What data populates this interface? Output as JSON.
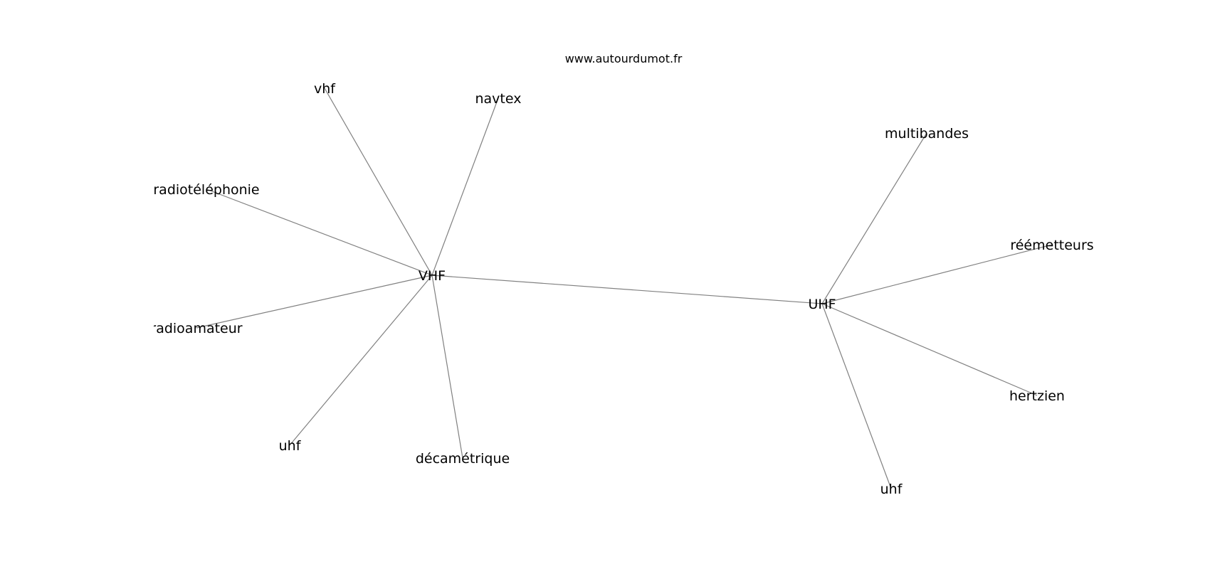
{
  "watermark": "www.autourdumot.fr",
  "colors": {
    "edge": "#808080",
    "text": "#000000",
    "background": "#ffffff"
  },
  "graph": {
    "nodes": [
      {
        "id": "VHF",
        "label": "VHF"
      },
      {
        "id": "UHF",
        "label": "UHF"
      },
      {
        "id": "vhf",
        "label": "vhf"
      },
      {
        "id": "navtex",
        "label": "navtex"
      },
      {
        "id": "radiotelephonie",
        "label": "radiotéléphonie"
      },
      {
        "id": "radioamateur",
        "label": "radioamateur"
      },
      {
        "id": "uhf1",
        "label": "uhf"
      },
      {
        "id": "decametrique",
        "label": "décamétrique"
      },
      {
        "id": "multibandes",
        "label": "multibandes"
      },
      {
        "id": "reemetteurs",
        "label": "réémetteurs"
      },
      {
        "id": "hertzien",
        "label": "hertzien"
      },
      {
        "id": "uhf2",
        "label": "uhf"
      }
    ],
    "edges": [
      [
        "VHF",
        "UHF"
      ],
      [
        "VHF",
        "vhf"
      ],
      [
        "VHF",
        "navtex"
      ],
      [
        "VHF",
        "radiotelephonie"
      ],
      [
        "VHF",
        "radioamateur"
      ],
      [
        "VHF",
        "uhf1"
      ],
      [
        "VHF",
        "decametrique"
      ],
      [
        "UHF",
        "multibandes"
      ],
      [
        "UHF",
        "reemetteurs"
      ],
      [
        "UHF",
        "hertzien"
      ],
      [
        "UHF",
        "uhf2"
      ]
    ]
  }
}
